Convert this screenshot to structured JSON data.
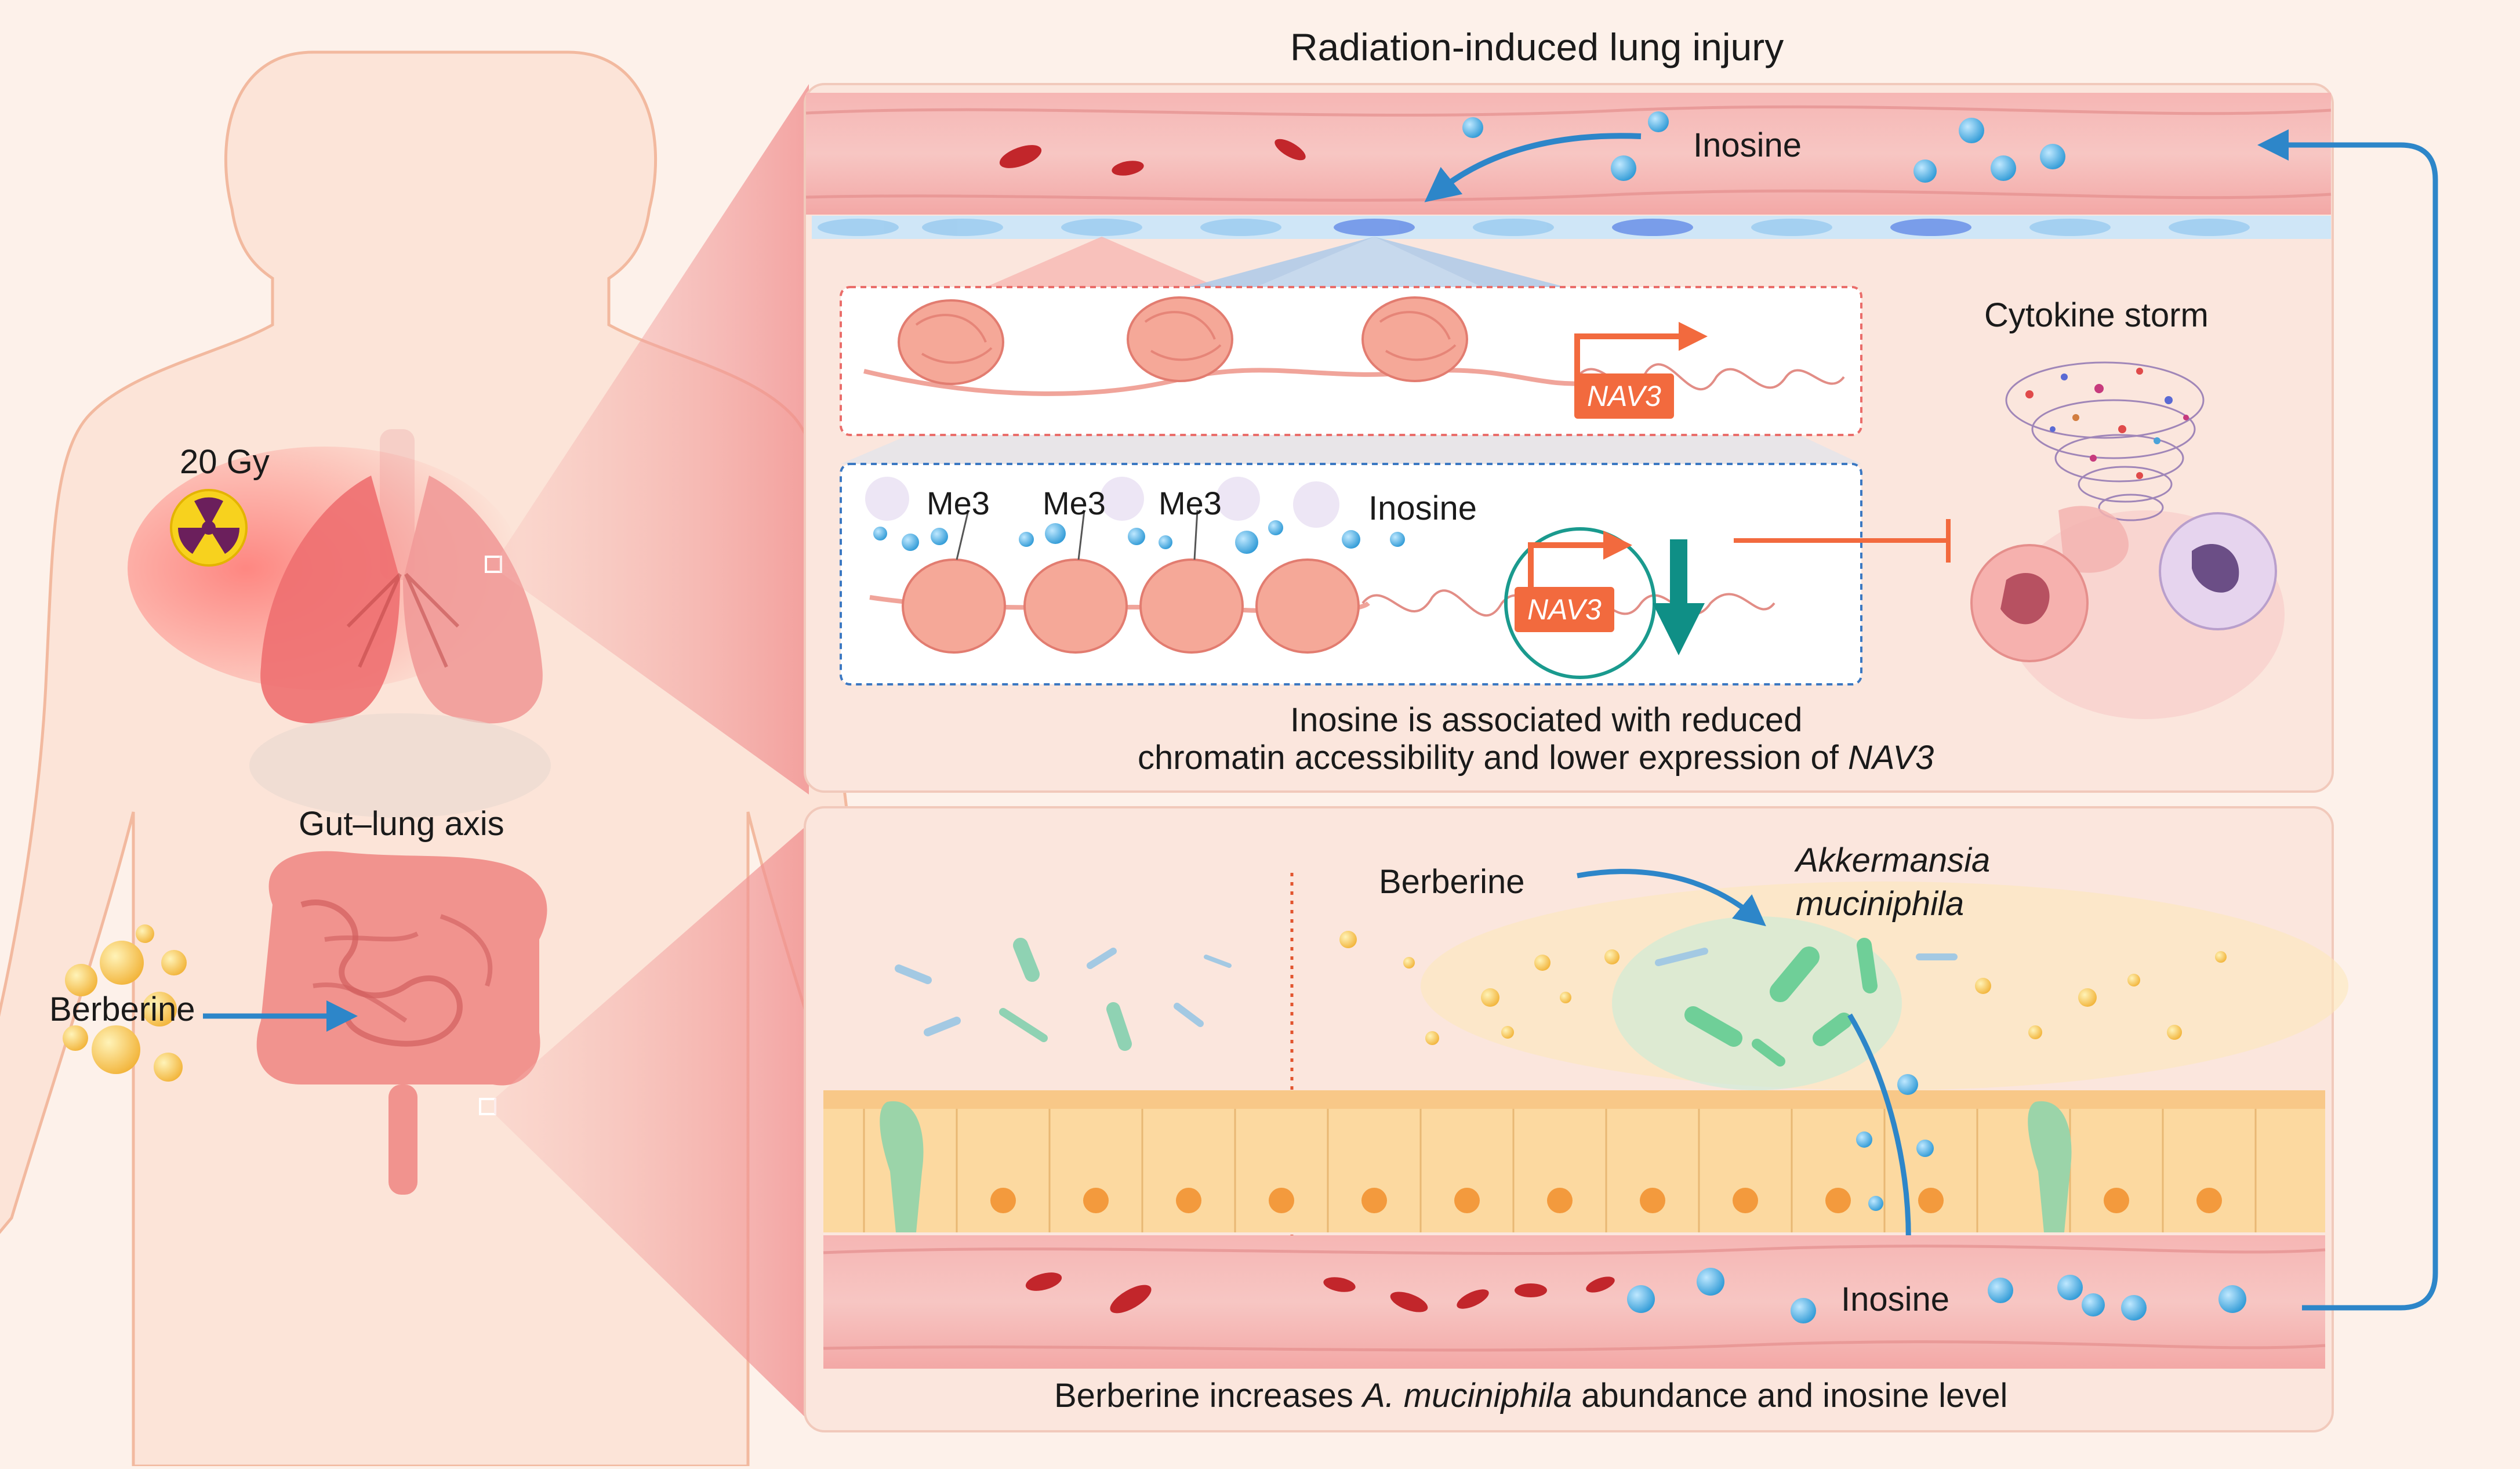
{
  "title": "Radiation-induced lung injury",
  "body_labels": {
    "dose": "20 Gy",
    "gut_lung_axis": "Gut–lung axis",
    "berberine": "Berberine"
  },
  "lung_panel": {
    "inosine_vessel": "Inosine",
    "gene": "NAV3",
    "methyl_marks": [
      "Me3",
      "Me3",
      "Me3"
    ],
    "inosine_chromatin": "Inosine",
    "cytokine": "Cytokine storm",
    "caption_line1": "Inosine is associated with reduced",
    "caption_line2_prefix": "chromatin accessibility and lower expression of ",
    "caption_line2_gene": "NAV3"
  },
  "gut_panel": {
    "berberine": "Berberine",
    "bacterium_line1": "Akkermansia",
    "bacterium_line2": "muciniphila",
    "inosine": "Inosine",
    "caption_prefix": "Berberine increases ",
    "caption_species": "A. muciniphila",
    "caption_suffix": " abundance and inosine level"
  },
  "colors": {
    "background": "#fdf1ea",
    "vessel": "#f3a7a6",
    "inosine": "#3aa8e0",
    "arrow": "#2d86c9",
    "gene_box": "#f26a3e",
    "down_arrow": "#0f8f86",
    "epithelium": "#fcd9a0"
  }
}
